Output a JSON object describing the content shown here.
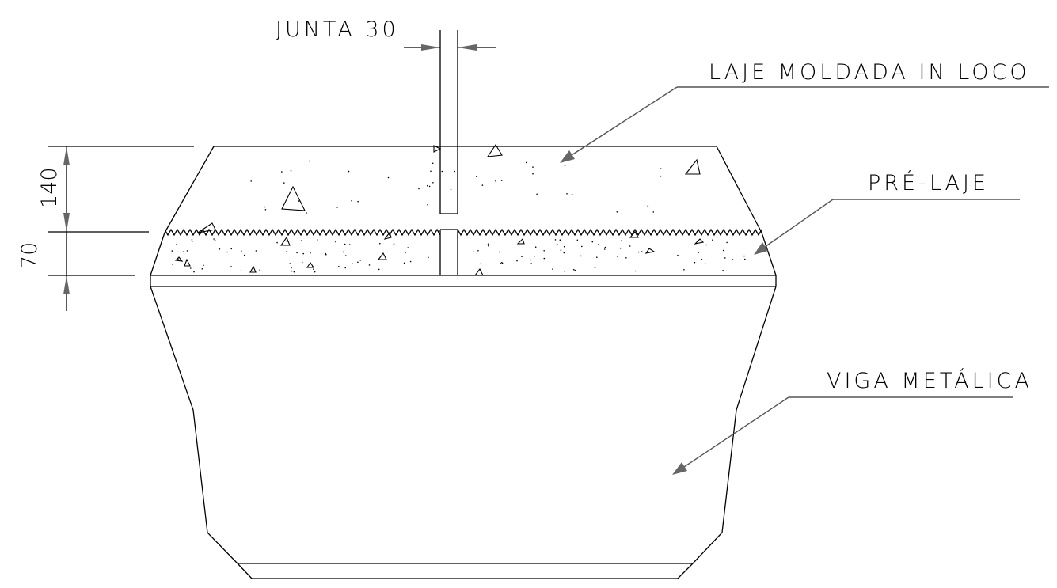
{
  "labels": {
    "joint": "JUNTA 30",
    "cast_in_place_slab": "LAJE MOLDADA IN LOCO",
    "precast_slab": "PRÉ-LAJE",
    "steel_beam": "VIGA METÁLICA"
  },
  "dimensions": {
    "slab_thickness": "140",
    "precast_thickness": "70"
  },
  "colors": {
    "line": "#000000",
    "leader": "#555555",
    "arrow": "#666666",
    "background": "#ffffff"
  }
}
